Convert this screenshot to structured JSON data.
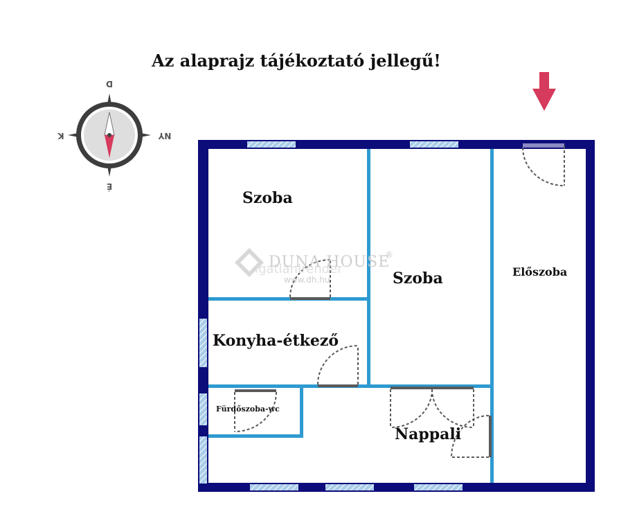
{
  "title": "Az alaprajz tájékoztató jellegű!",
  "compass": {
    "north": "D",
    "west": "K",
    "east": "NY",
    "south": "É"
  },
  "rooms": {
    "szoba_1": "Szoba",
    "szoba_2": "Szoba",
    "eloszoba": "Előszoba",
    "konyha": "Konyha-étkező",
    "furdoszoba": "Fürdőszoba-wc",
    "nappali": "Nappali"
  },
  "watermark": {
    "brand": "DUNA HOUSE",
    "registered": "®",
    "url": "www.dh.hu",
    "ghost": "igatlanIrender"
  },
  "colors": {
    "outer_wall": "#0c0c7a",
    "inner_wall": "#2e9ad0",
    "window_fill": "#a9cce9",
    "door_leaf": "#5a5a5a",
    "entry_arrow": "#d63a5c",
    "compass_ring": "#3d3d3d",
    "compass_face": "#dedede",
    "needle_north": "#ffffff",
    "needle_south": "#d63a5c"
  }
}
